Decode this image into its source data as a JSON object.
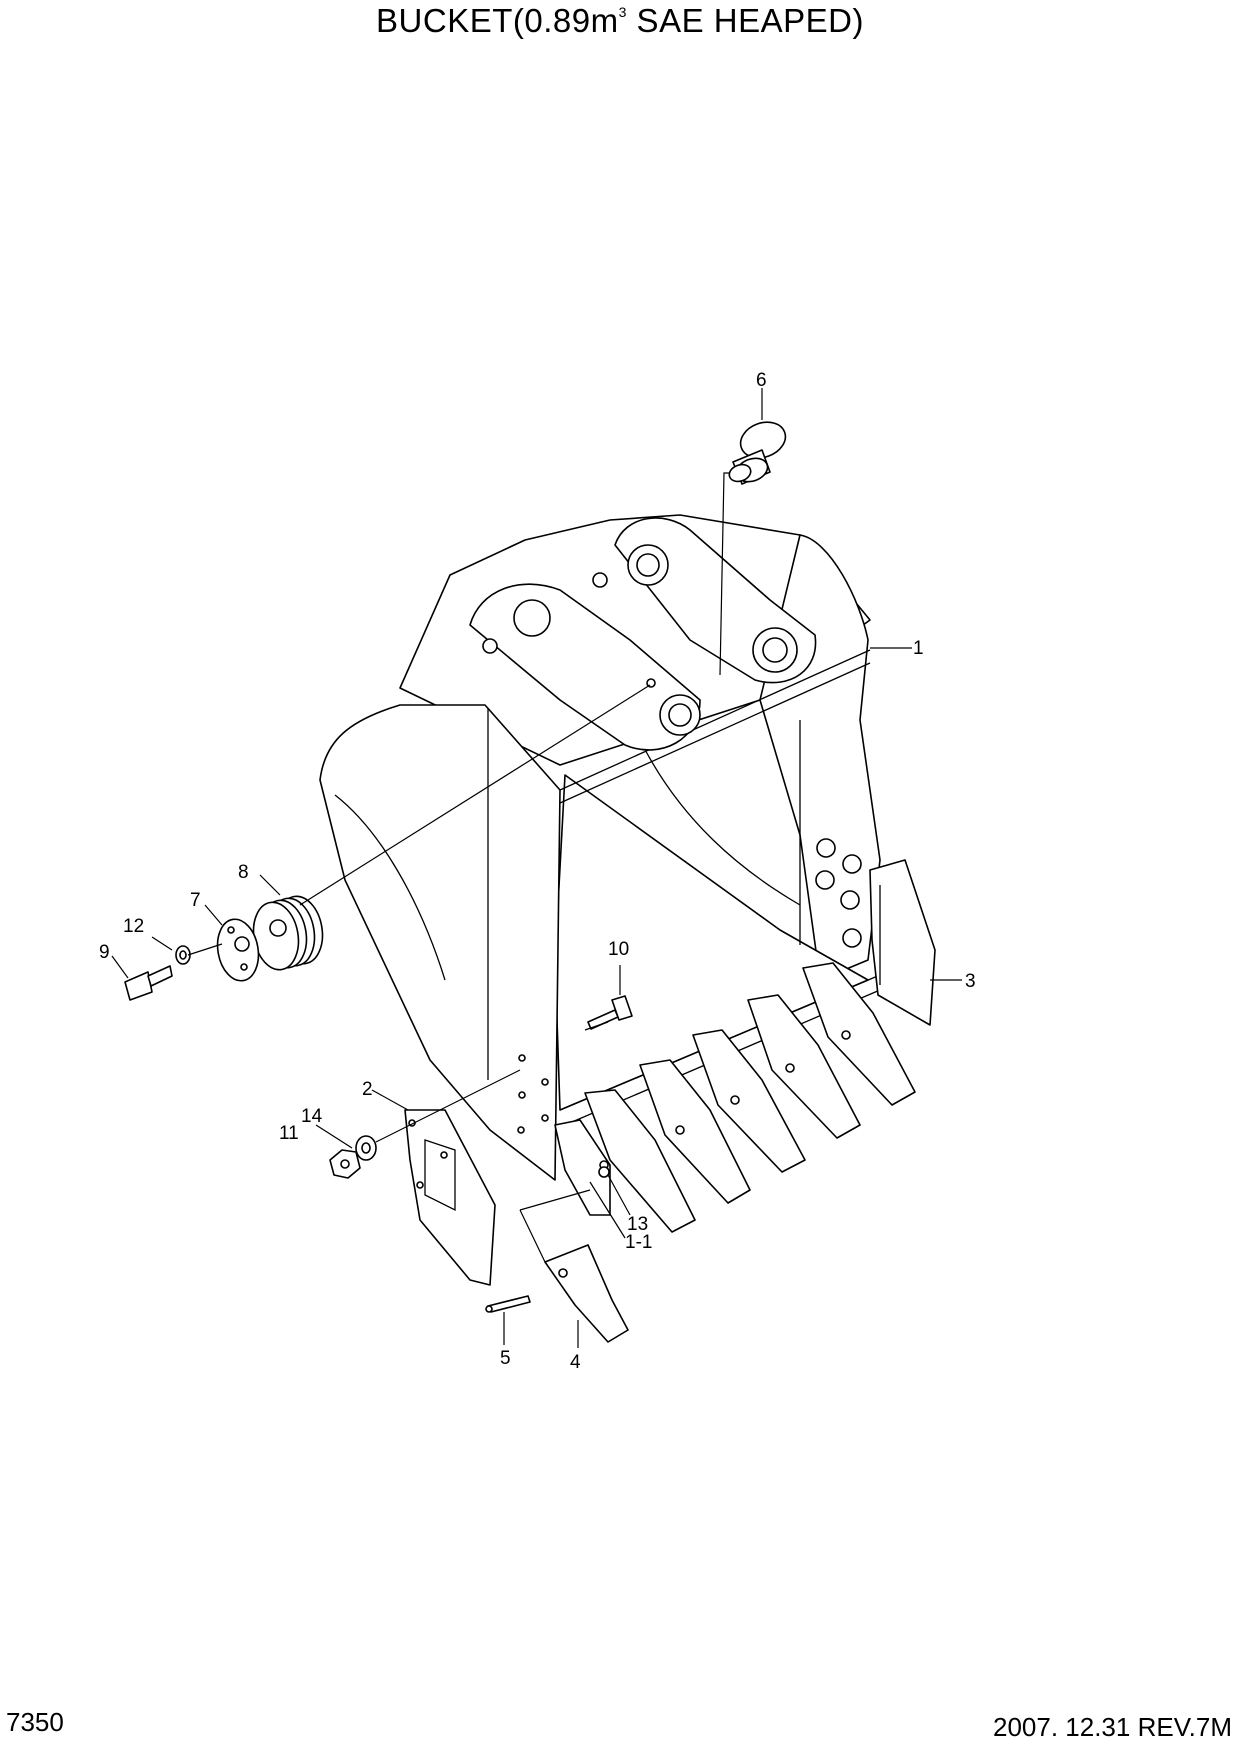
{
  "title": {
    "main": "BUCKET(0.89m",
    "superscript": "3",
    "rest": " SAE HEAPED)"
  },
  "footer": {
    "page_code": "7350",
    "revision": "2007. 12.31  REV.7M"
  },
  "callouts": {
    "c1": "1",
    "c1_1": "1-1",
    "c2": "2",
    "c3": "3",
    "c4": "4",
    "c5": "5",
    "c6": "6",
    "c7": "7",
    "c8": "8",
    "c9": "9",
    "c10": "10",
    "c11": "11",
    "c12": "12",
    "c13": "13",
    "c14": "14"
  }
}
